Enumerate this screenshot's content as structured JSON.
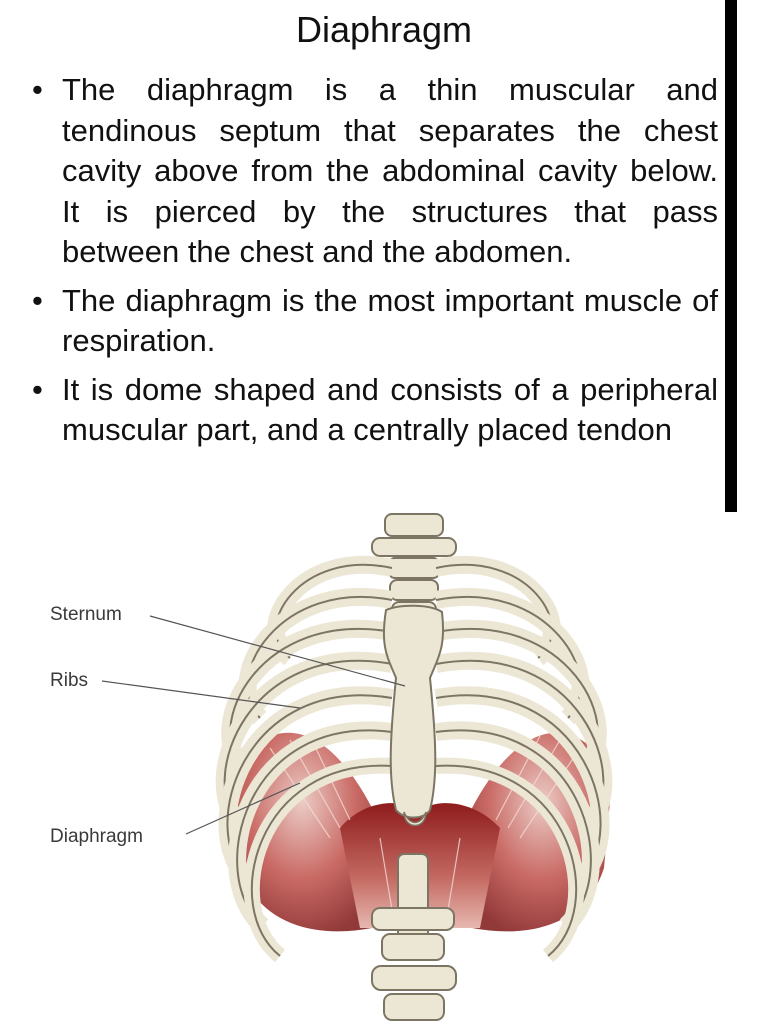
{
  "title": "Diaphragm",
  "bullets": [
    "The diaphragm is a thin muscular and tendinous septum that separates the chest cavity above from the abdominal cavity below. It is pierced by the structures that pass between the chest and the abdomen.",
    "The diaphragm is the most important muscle of respiration.",
    "It is dome shaped and consists of a peripheral muscular part, and a centrally placed tendon"
  ],
  "figure": {
    "labels": {
      "sternum": "Sternum",
      "ribs": "Ribs",
      "diaphragm": "Diaphragm"
    }
  },
  "colors": {
    "bone": "#ece6d4",
    "bone_outline": "#8a8270",
    "muscle_dark": "#8e1c1c",
    "muscle_light": "#d99a92",
    "side_bar": "#000000"
  }
}
